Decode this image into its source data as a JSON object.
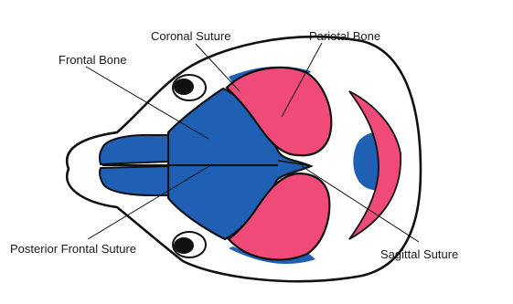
{
  "labels": {
    "coronal_suture": "Coronal Suture",
    "parietal_bone": "Parietal Bone",
    "frontal_bone": "Frontal Bone",
    "posterior_frontal_suture": "Posterior Frontal Suture",
    "sagittal_suture": "Sagittal Suture"
  },
  "colors": {
    "frontal_bone": "#1f5fb4",
    "parietal_bone": "#f04a78",
    "outline": "#111111",
    "background": "#ffffff"
  }
}
